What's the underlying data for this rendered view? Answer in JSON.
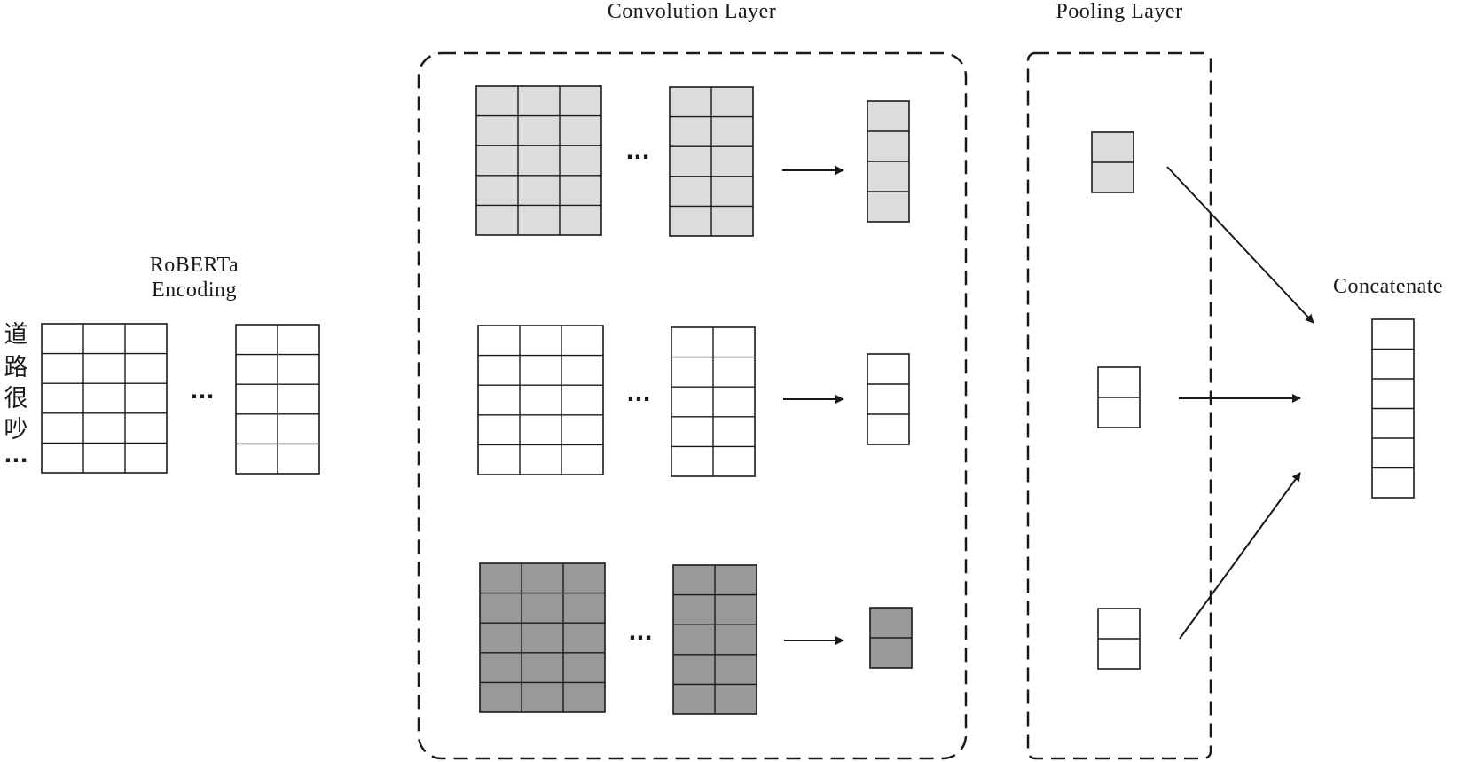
{
  "labels": {
    "convolution_layer": "Convolution Layer",
    "pooling_layer": "Pooling Layer",
    "encoding_line1": "RoBERTa",
    "encoding_line2": "Encoding",
    "concatenate": "Concatenate",
    "ellipsis": "···"
  },
  "input_tokens": [
    "道",
    "路",
    "很",
    "吵",
    "···"
  ],
  "colors": {
    "stroke": "#1a1a1a",
    "white": "#ffffff",
    "light_gray": "#dcdcdc",
    "dark_gray": "#999999"
  }
}
